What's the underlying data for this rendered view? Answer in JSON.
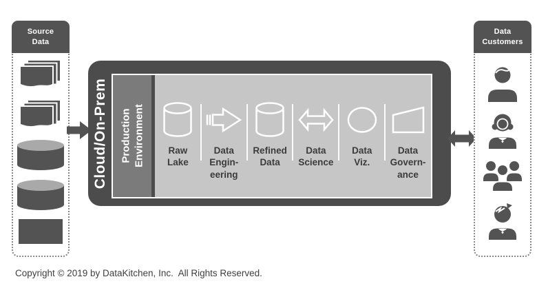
{
  "colors": {
    "dark_gray": "#535353",
    "box_gray": "#4c4c4c",
    "band_gray": "#7b7b7b",
    "panel_light_gray": "#c6c6c6",
    "cylinder_top_gray": "#a9a9a9",
    "icon_stroke_white": "#ffffff",
    "label_text": "#3b3b3b",
    "copyright_text": "#3e3e3e"
  },
  "source_panel": {
    "title_lines": [
      "Source",
      "Data"
    ],
    "items": [
      {
        "icon": "document-stack-icon"
      },
      {
        "icon": "document-stack-icon"
      },
      {
        "icon": "database-icon"
      },
      {
        "icon": "database-icon"
      },
      {
        "icon": "data-block-icon"
      }
    ]
  },
  "flow": {
    "ingest_arrow_icon": "arrow-right-icon",
    "exchange_arrow_icon": "arrow-left-right-icon"
  },
  "main_box": {
    "title": "Cloud/On-Prem",
    "band_lines": [
      "Production",
      "Environment"
    ],
    "stages": [
      {
        "icon": "raw-lake-icon",
        "label_lines": [
          "Raw",
          "Lake"
        ]
      },
      {
        "icon": "data-engineering-icon",
        "label_lines": [
          "Data",
          "Engin-",
          "eering"
        ]
      },
      {
        "icon": "refined-data-icon",
        "label_lines": [
          "Refined",
          "Data"
        ]
      },
      {
        "icon": "data-science-icon",
        "label_lines": [
          "Data",
          "Science"
        ]
      },
      {
        "icon": "data-viz-icon",
        "label_lines": [
          "Data",
          "Viz."
        ]
      },
      {
        "icon": "data-governance-icon",
        "label_lines": [
          "Data",
          "Govern-",
          "ance"
        ]
      }
    ]
  },
  "customers_panel": {
    "title_lines": [
      "Data",
      "Customers"
    ],
    "items": [
      {
        "icon": "person-icon"
      },
      {
        "icon": "person-female-icon"
      },
      {
        "icon": "people-group-icon"
      },
      {
        "icon": "person-bowtie-icon"
      }
    ]
  },
  "footer": {
    "copyright": "Copyright © 2019 by DataKitchen, Inc.  All Rights Reserved."
  }
}
